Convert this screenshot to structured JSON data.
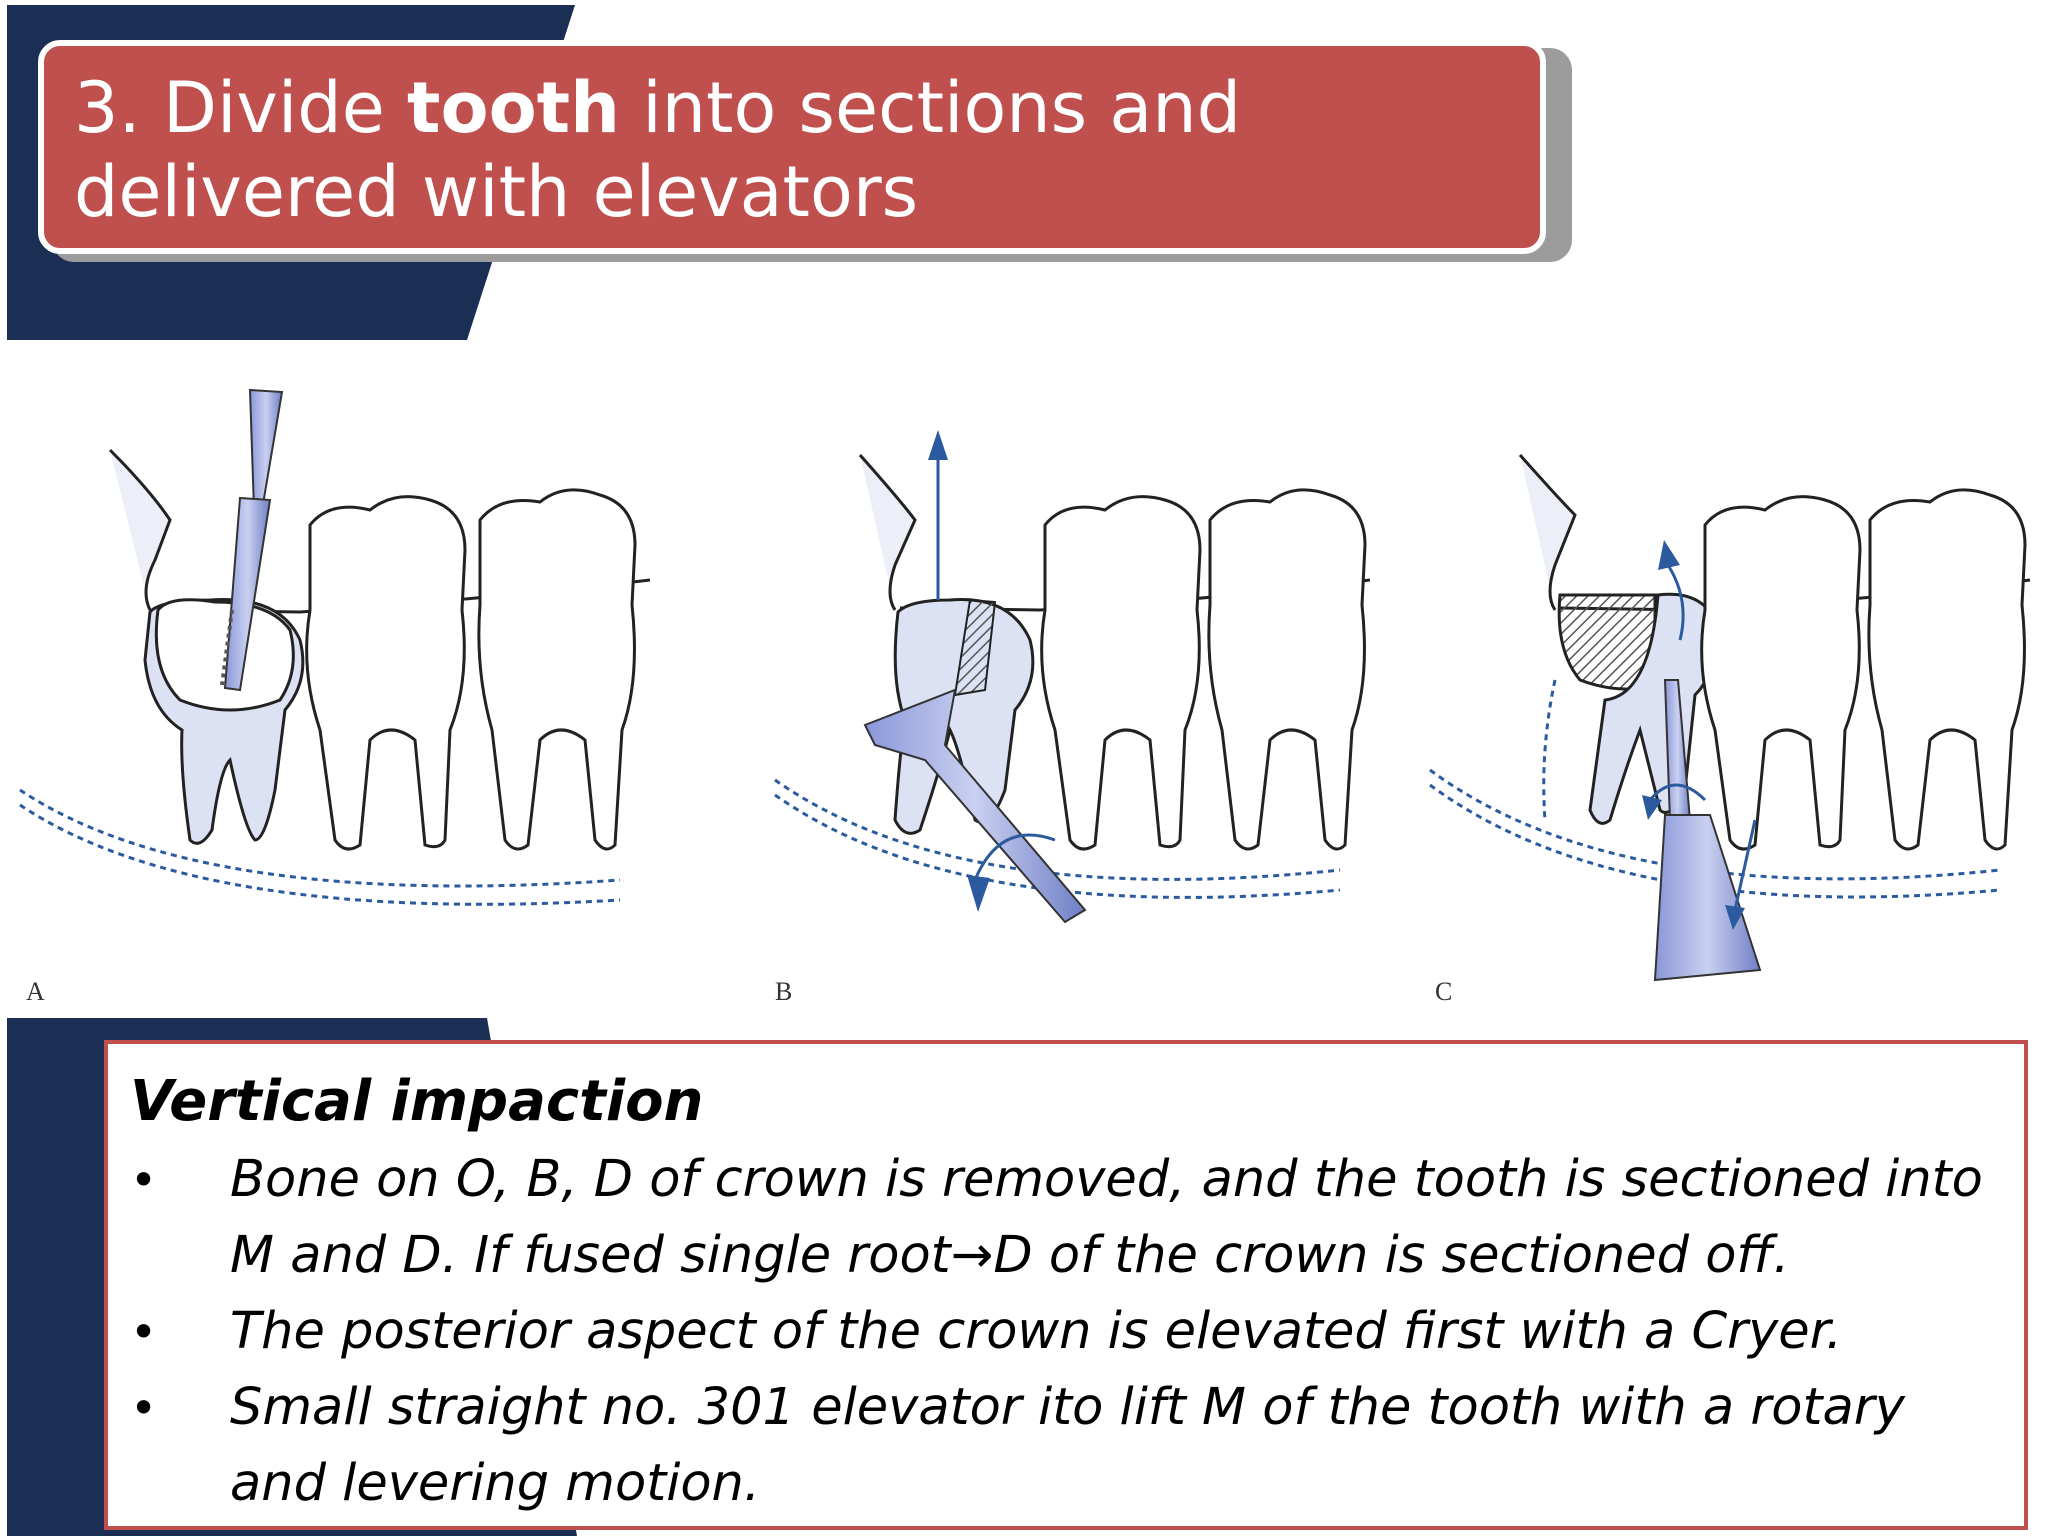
{
  "title": {
    "prefix": "3. Divide ",
    "bold": "tooth",
    "suffix_line1": " into sections and",
    "line2": "delivered with elevators"
  },
  "figure": {
    "panel_labels": [
      "A",
      "B",
      "C"
    ]
  },
  "content": {
    "heading": "Vertical impaction",
    "bullets": [
      "Bone on O, B, D of crown is removed, and the tooth is sectioned into M and D. If fused single root→D of the crown is sectioned off.",
      "The posterior aspect of the crown is elevated first with a Cryer.",
      "Small straight no. 301 elevator ito lift M of the tooth with a rotary and levering motion."
    ],
    "bullet_symbol": "•"
  },
  "colors": {
    "navy": "#1b2f55",
    "title_red": "#c0504d",
    "box_border": "#c0504d",
    "tooth_fill": "#dce2f4",
    "instrument_blue": "#6f7fc6",
    "arrow_blue": "#2c5a9e"
  }
}
